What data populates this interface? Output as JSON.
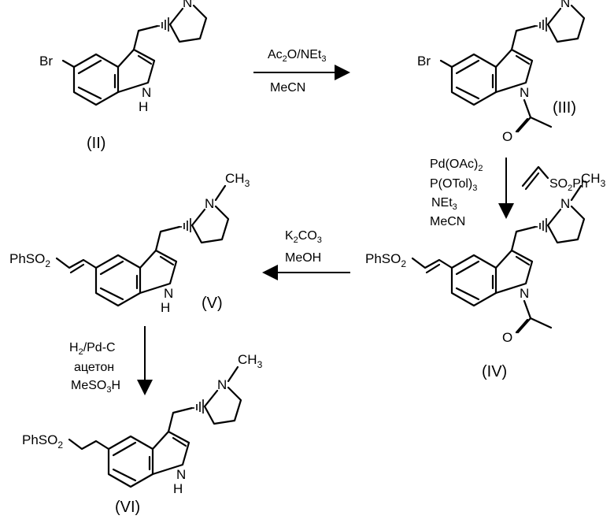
{
  "compounds": {
    "II": {
      "label": "(II)"
    },
    "III": {
      "label": "(III)"
    },
    "IV": {
      "label": "(IV)"
    },
    "V": {
      "label": "(V)"
    },
    "VI": {
      "label": "(VI)"
    }
  },
  "atoms": {
    "br": "Br",
    "n": "N",
    "nh": "H",
    "ch3": "CH",
    "ch3_sub": "3",
    "o": "O",
    "phso2": "PhSO",
    "phso2_sub": "2"
  },
  "reactions": {
    "step1": {
      "line1": "Ac",
      "line1_sub": "2",
      "line1_rest": "O/NEt",
      "line1_sub2": "3",
      "line2": "MeCN"
    },
    "step2": {
      "line1": "Pd(OAc)",
      "line1_sub": "2",
      "line2": "P(OTol)",
      "line2_sub": "3",
      "line3": "NEt",
      "line3_sub": "3",
      "line4": "MeCN",
      "reagent": "SO",
      "reagent_sub": "2",
      "reagent_rest": "Ph"
    },
    "step3": {
      "line1": "K",
      "line1_sub": "2",
      "line1_rest": "CO",
      "line1_sub2": "3",
      "line2": "MeOH"
    },
    "step4": {
      "line1": "H",
      "line1_sub": "2",
      "line1_rest": "/Pd-C",
      "line2": "ацетон",
      "line3": "MeSO",
      "line3_sub": "3",
      "line3_rest": "H"
    }
  }
}
